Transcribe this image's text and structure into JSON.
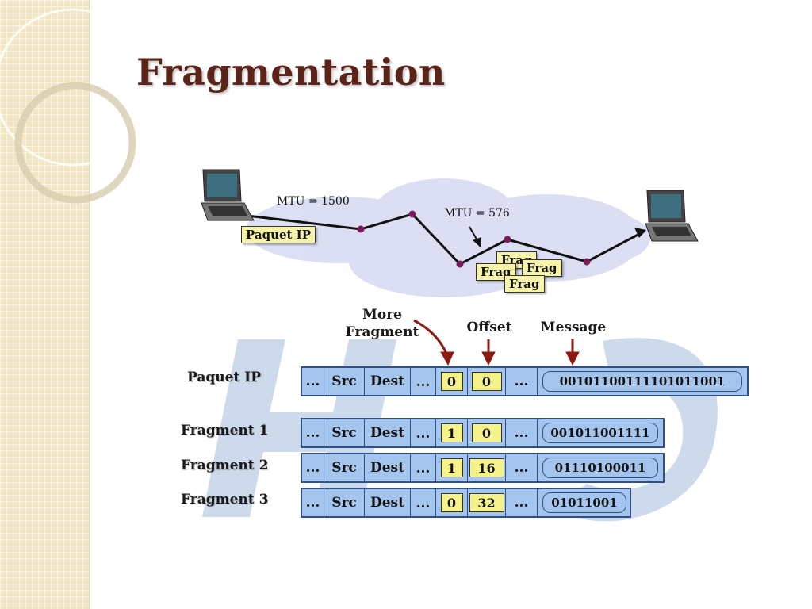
{
  "slide": {
    "title": "Fragmentation"
  },
  "network": {
    "mtu_left": "MTU = 1500",
    "mtu_right": "MTU = 576",
    "packet_tag": "Paquet IP",
    "frag_tags": [
      "Frag",
      "Frag",
      "Frag",
      "Frag"
    ]
  },
  "headers": {
    "more_fragment": [
      "More",
      "Fragment"
    ],
    "offset": "Offset",
    "message": "Message"
  },
  "rows": [
    {
      "label": "Paquet IP",
      "f1": "...",
      "src": "Src",
      "dest": "Dest",
      "f2": "...",
      "mf": "0",
      "offset": "0",
      "f3": "...",
      "message": "00101100111101011001"
    },
    {
      "label": "Fragment 1",
      "f1": "...",
      "src": "Src",
      "dest": "Dest",
      "f2": "...",
      "mf": "1",
      "offset": "0",
      "f3": "...",
      "message": "001011001111"
    },
    {
      "label": "Fragment 2",
      "f1": "...",
      "src": "Src",
      "dest": "Dest",
      "f2": "...",
      "mf": "1",
      "offset": "16",
      "f3": "...",
      "message": "01110100011"
    },
    {
      "label": "Fragment 3",
      "f1": "...",
      "src": "Src",
      "dest": "Dest",
      "f2": "...",
      "mf": "0",
      "offset": "32",
      "f3": "...",
      "message": "01011001"
    }
  ],
  "colors": {
    "title": "#5c2418",
    "packet_fill": "#a4c6ee",
    "packet_border": "#2f4f86",
    "highlight_box": "#f5f28a",
    "arrow_red": "#8a1a12",
    "route_node": "#7a1a5a"
  }
}
